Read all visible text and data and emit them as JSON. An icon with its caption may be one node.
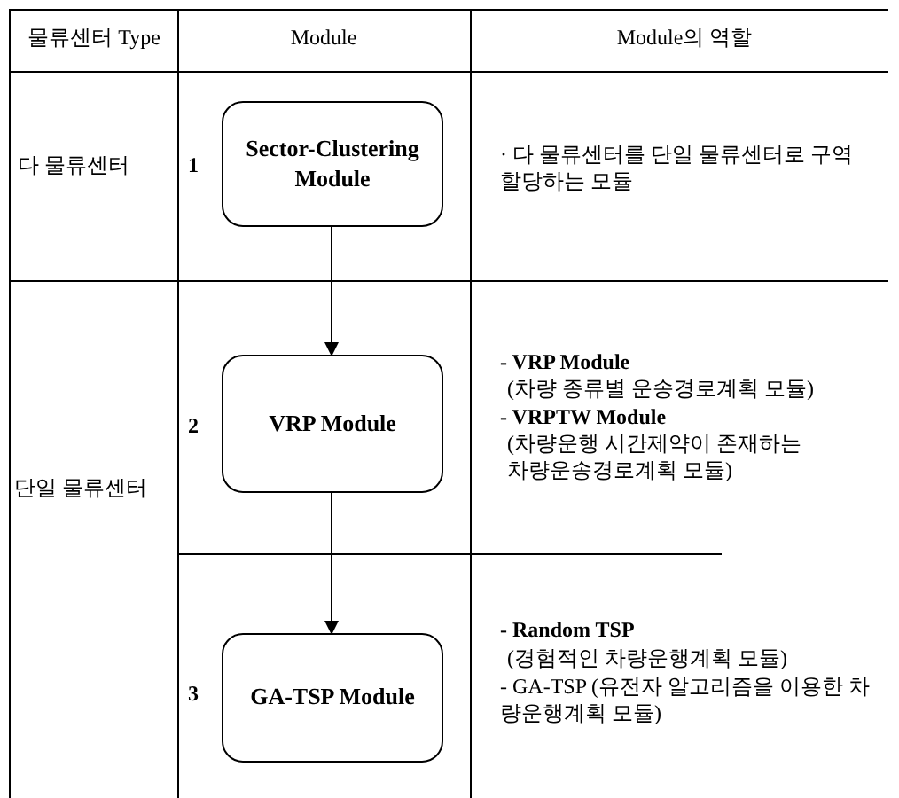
{
  "diagram": {
    "nodes": [
      {
        "text": [
          "Sector-Clustering Module"
        ]
      },
      {
        "text": [
          "VRP Module"
        ]
      },
      {
        "text": [
          "GA-TSP Module"
        ]
      }
    ],
    "edges": [
      {
        "from": 0,
        "to": 1,
        "arrow": "to"
      },
      {
        "from": 1,
        "to": 2,
        "arrow": "to"
      }
    ],
    "labels": [
      "물류센터 Type",
      "Module",
      "Module의 역할",
      "다 물류센터",
      "1",
      "· 다 물류센터를 단일 물류센터로 구역할당하는 모듈",
      "2",
      "- VRP Module",
      "(차량 종류별 운송경로계획 모듈)",
      "- VRPTW Module",
      "(차량운행 시간제약이 존재하는 차량운송경로계획 모듈)",
      "단일 물류센터",
      "3",
      "- Random TSP",
      "(경험적인 차량운행계획 모듈)",
      "- GA-TSP (유전자 알고리즘을 이용한 차량운행계획 모듈)"
    ]
  }
}
